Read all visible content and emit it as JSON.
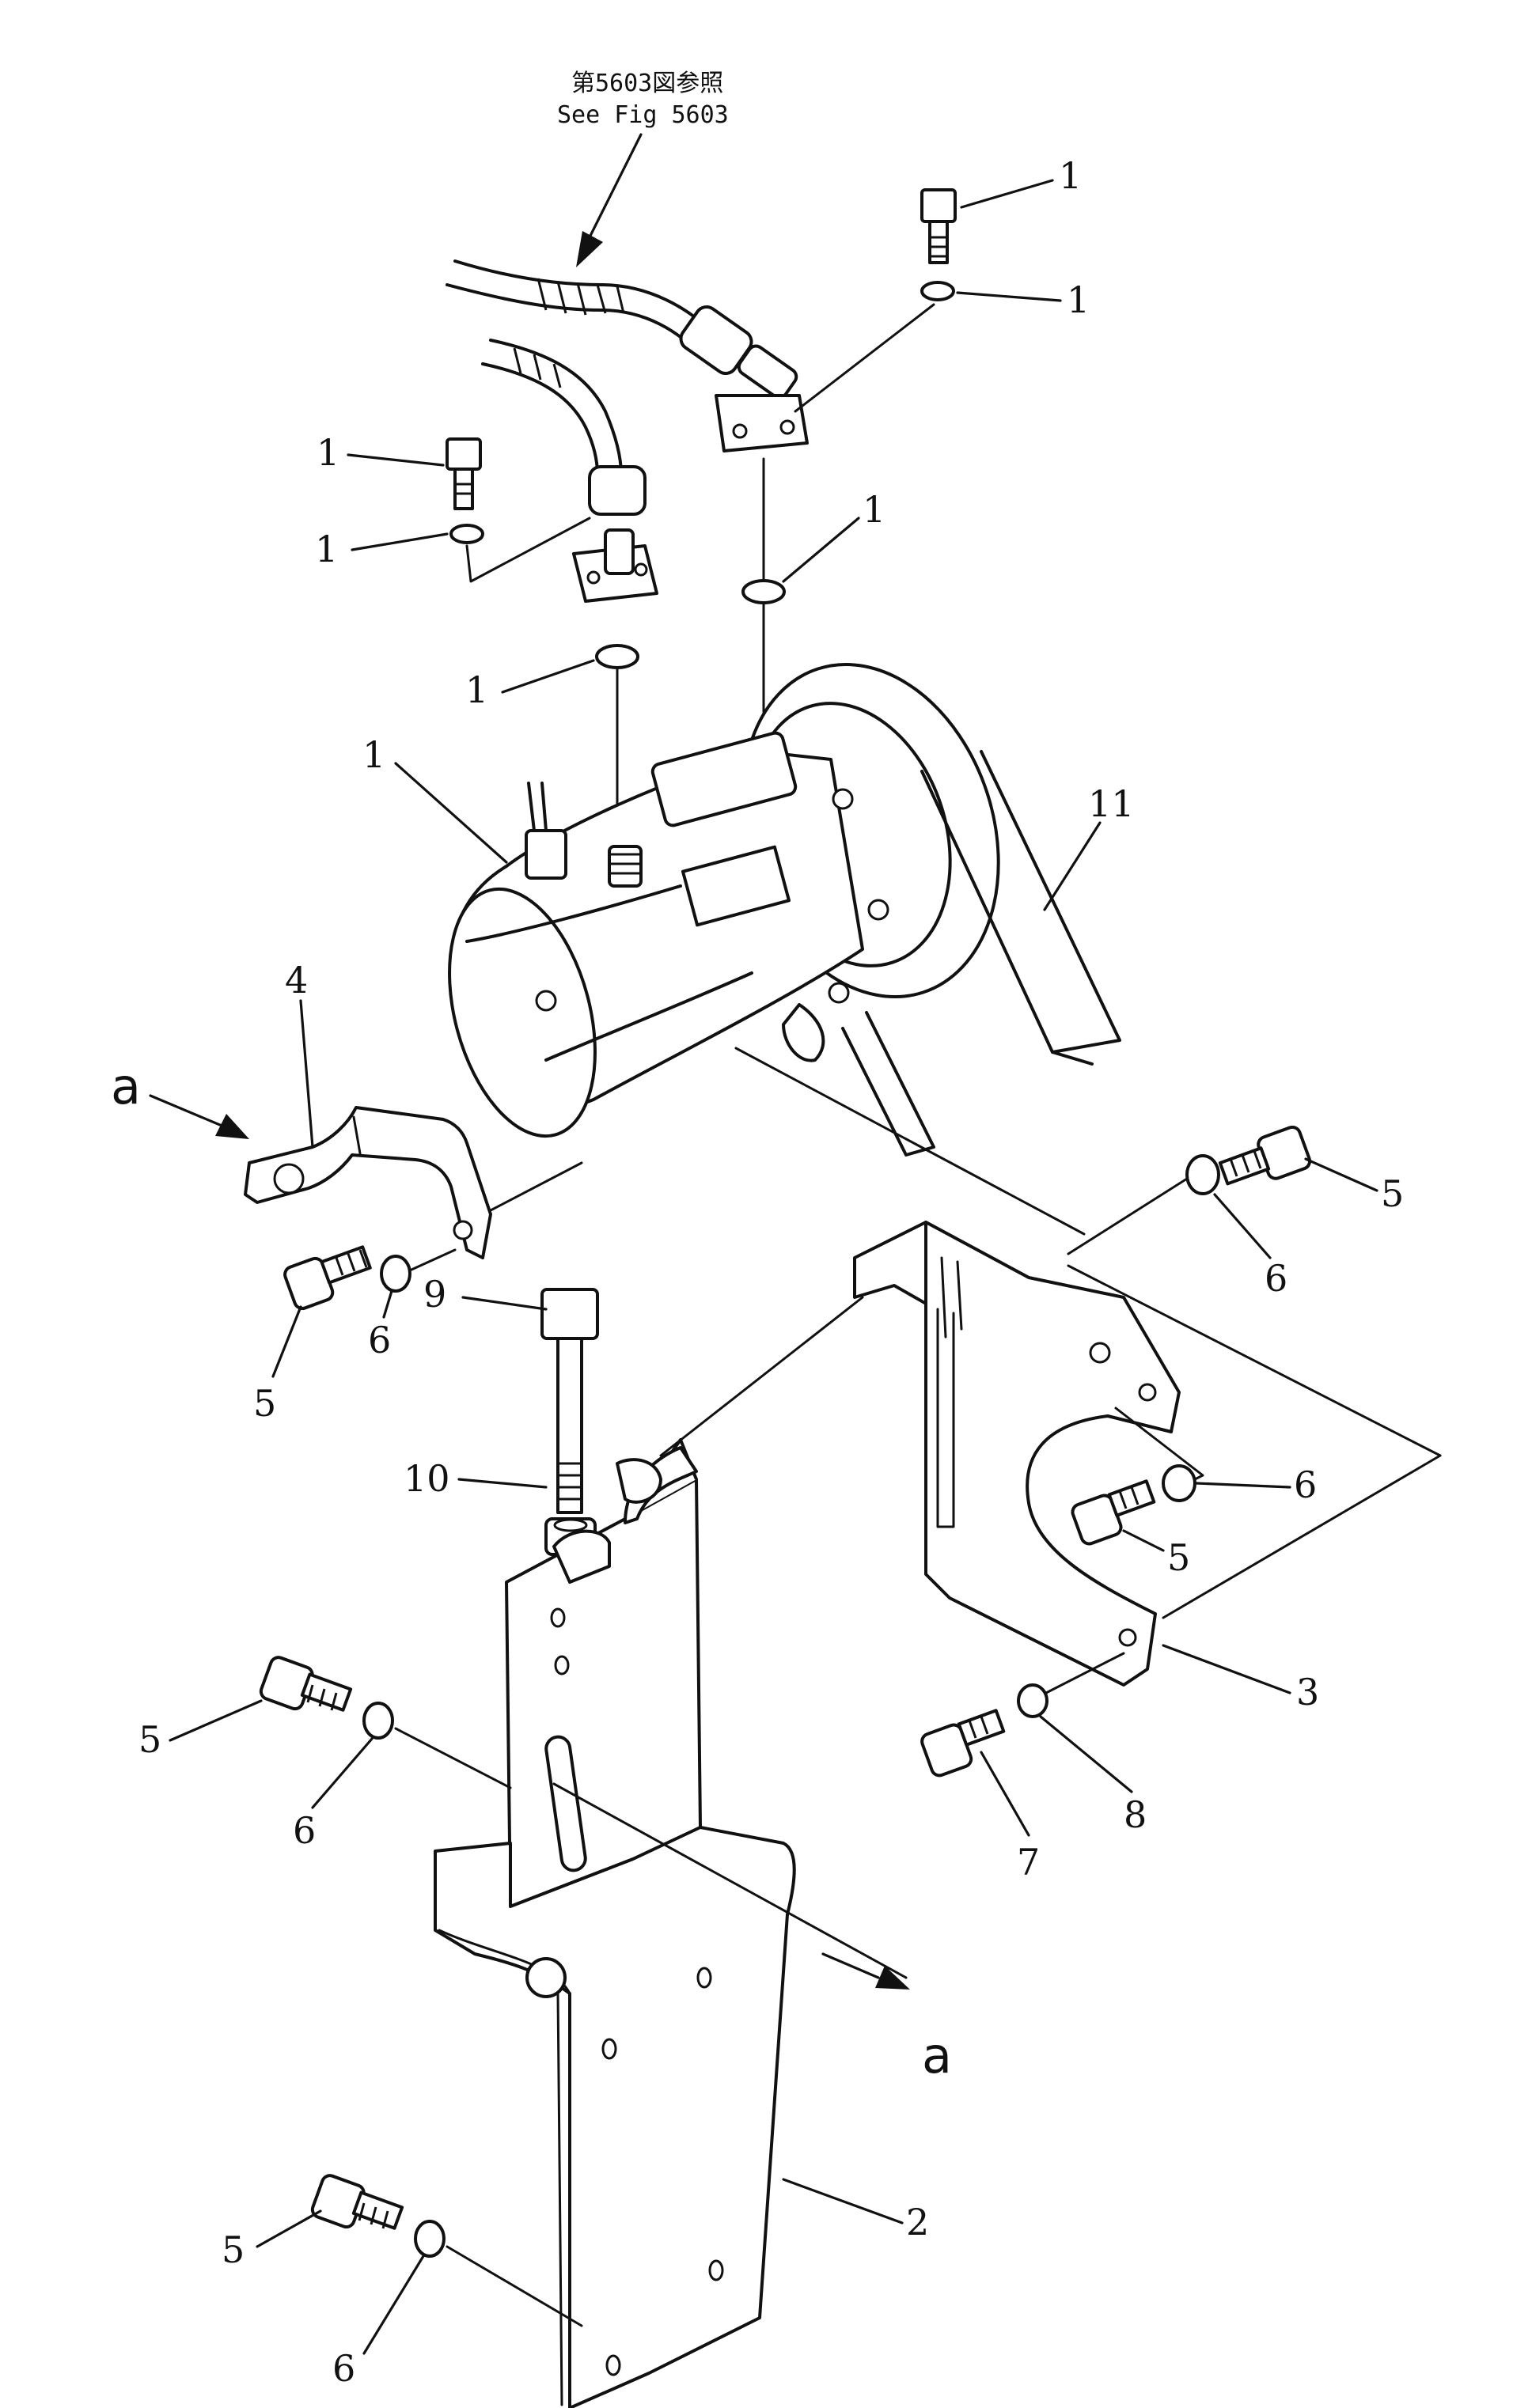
{
  "reference_note": {
    "line_jp": "第5603図参照",
    "line_en": "See Fig 5603"
  },
  "view_letters": {
    "left_arrow": "a",
    "lower_arrow": "a"
  },
  "callouts": [
    {
      "id": "c-bolt-top-right",
      "label": "1"
    },
    {
      "id": "c-washer-top-right",
      "label": "1"
    },
    {
      "id": "c-bolt-top-left",
      "label": "1"
    },
    {
      "id": "c-washer-top-left",
      "label": "1"
    },
    {
      "id": "c-oring-right",
      "label": "1"
    },
    {
      "id": "c-oring-center",
      "label": "1"
    },
    {
      "id": "c-compressor",
      "label": "1"
    },
    {
      "id": "c-belt",
      "label": "11"
    },
    {
      "id": "c-brace",
      "label": "4"
    },
    {
      "id": "c-bolt-right-top",
      "label": "5"
    },
    {
      "id": "c-washer-right-top",
      "label": "6"
    },
    {
      "id": "c-washer-brace",
      "label": "6"
    },
    {
      "id": "c-bolt-brace",
      "label": "5"
    },
    {
      "id": "c-long-bolt",
      "label": "9"
    },
    {
      "id": "c-nut",
      "label": "10"
    },
    {
      "id": "c-washer-plate",
      "label": "6"
    },
    {
      "id": "c-bolt-plate",
      "label": "5"
    },
    {
      "id": "c-bracket-3",
      "label": "3"
    },
    {
      "id": "c-washer-8",
      "label": "8"
    },
    {
      "id": "c-bolt-7",
      "label": "7"
    },
    {
      "id": "c-bolt-left-mid",
      "label": "5"
    },
    {
      "id": "c-washer-left-mid",
      "label": "6"
    },
    {
      "id": "c-bracket-2",
      "label": "2"
    },
    {
      "id": "c-bolt-left-low",
      "label": "5"
    },
    {
      "id": "c-washer-left-low",
      "label": "6"
    }
  ]
}
